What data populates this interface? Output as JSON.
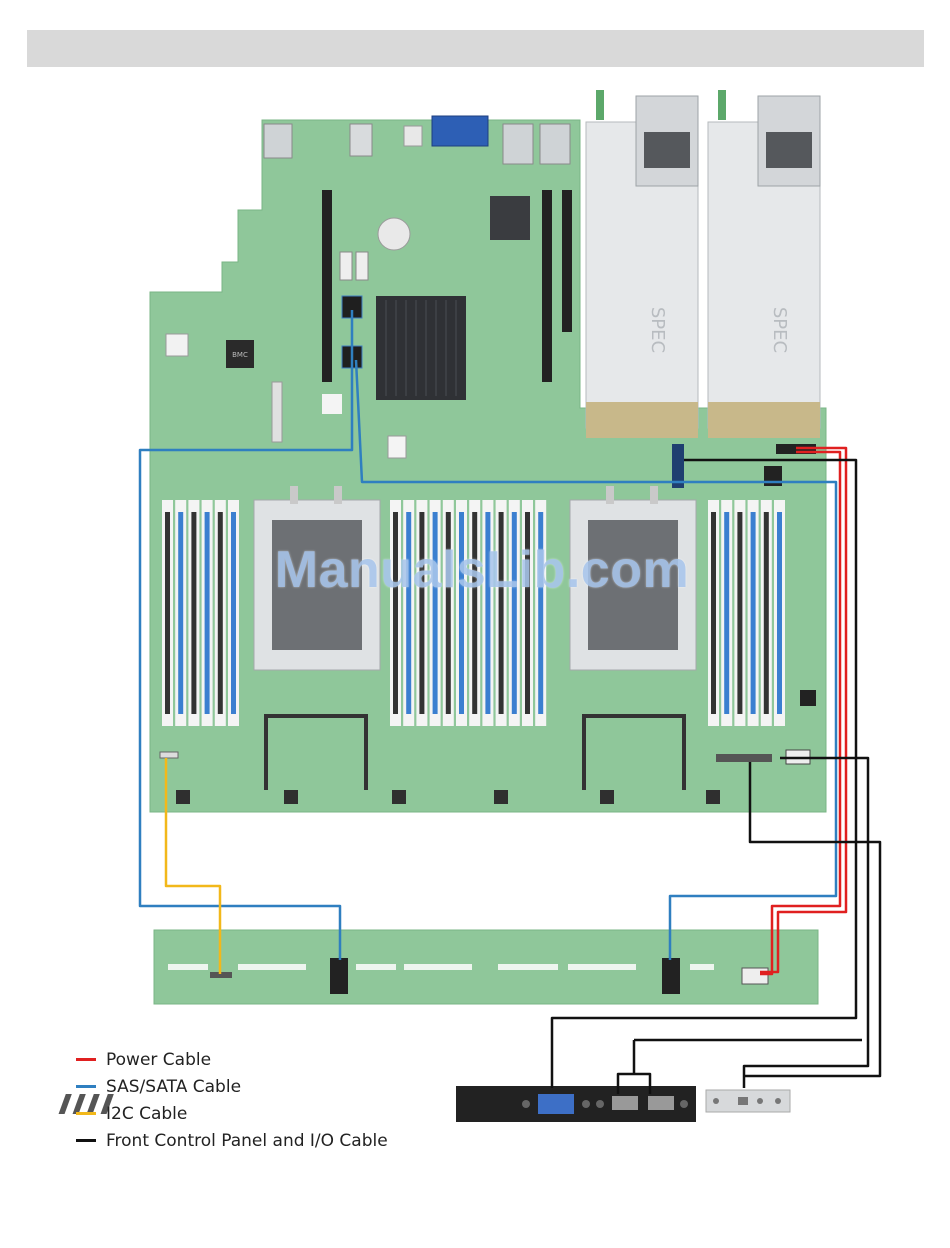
{
  "page": {
    "header_bar": ""
  },
  "psu": {
    "label": "SPEC"
  },
  "board": {
    "chip_label": "BMC"
  },
  "watermark": {
    "text": "ManualsLib.com"
  },
  "legend": {
    "items": [
      {
        "label": "Power Cable",
        "color": "#e02020"
      },
      {
        "label": "SAS/SATA Cable",
        "color": "#2f7fc0"
      },
      {
        "label": "I2C Cable",
        "color": "#f2b81a"
      },
      {
        "label": "Front Control Panel and I/O Cable",
        "color": "#111111"
      }
    ]
  },
  "colors": {
    "board_green": "#8fc79a",
    "dimm_blue": "#3b7fd0",
    "dimm_dark": "#333333",
    "psu_silver": "#e6e8ea"
  }
}
